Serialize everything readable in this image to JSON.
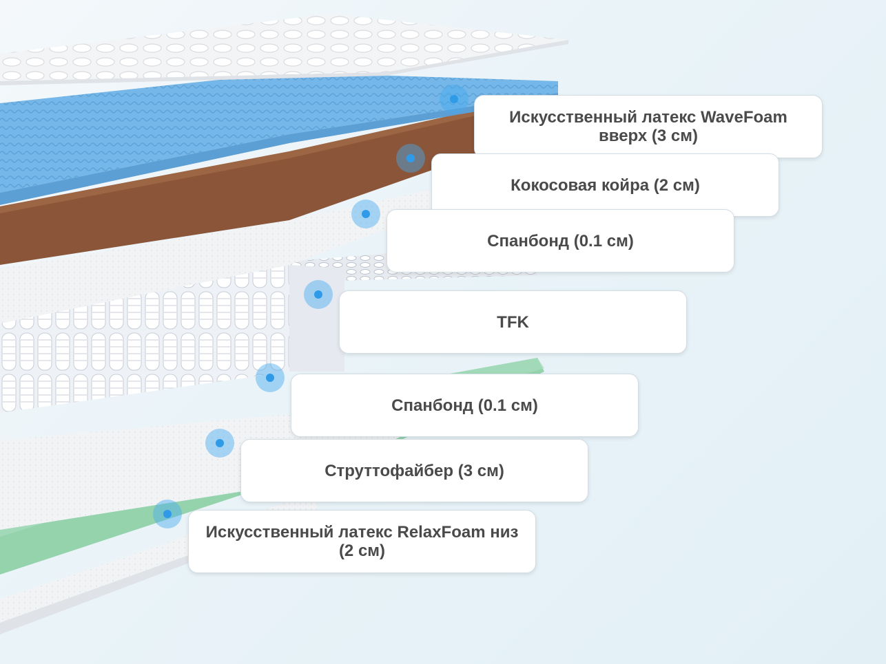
{
  "layers": [
    {
      "label": "Искусственный латекс WaveFoam вверх (3 см)"
    },
    {
      "label": "Кокосовая койра (2 см)"
    },
    {
      "label": "Спанбонд (0.1 см)"
    },
    {
      "label": "TFK"
    },
    {
      "label": "Спанбонд (0.1 см)"
    },
    {
      "label": "Струттофайбер (3 см)"
    },
    {
      "label": "Искусственный латекс RelaxFoam низ (2 см)"
    }
  ],
  "colors": {
    "wavefoam": "#6fb3e6",
    "coir": "#8a5538",
    "spunbond": "#f0f2f4",
    "springs": "#e4e8ee",
    "struttofiber": "#8fd0a8",
    "relaxfoam": "#f4f6f8",
    "cover": "#f7f8f9",
    "marker": "#2f9be8"
  }
}
